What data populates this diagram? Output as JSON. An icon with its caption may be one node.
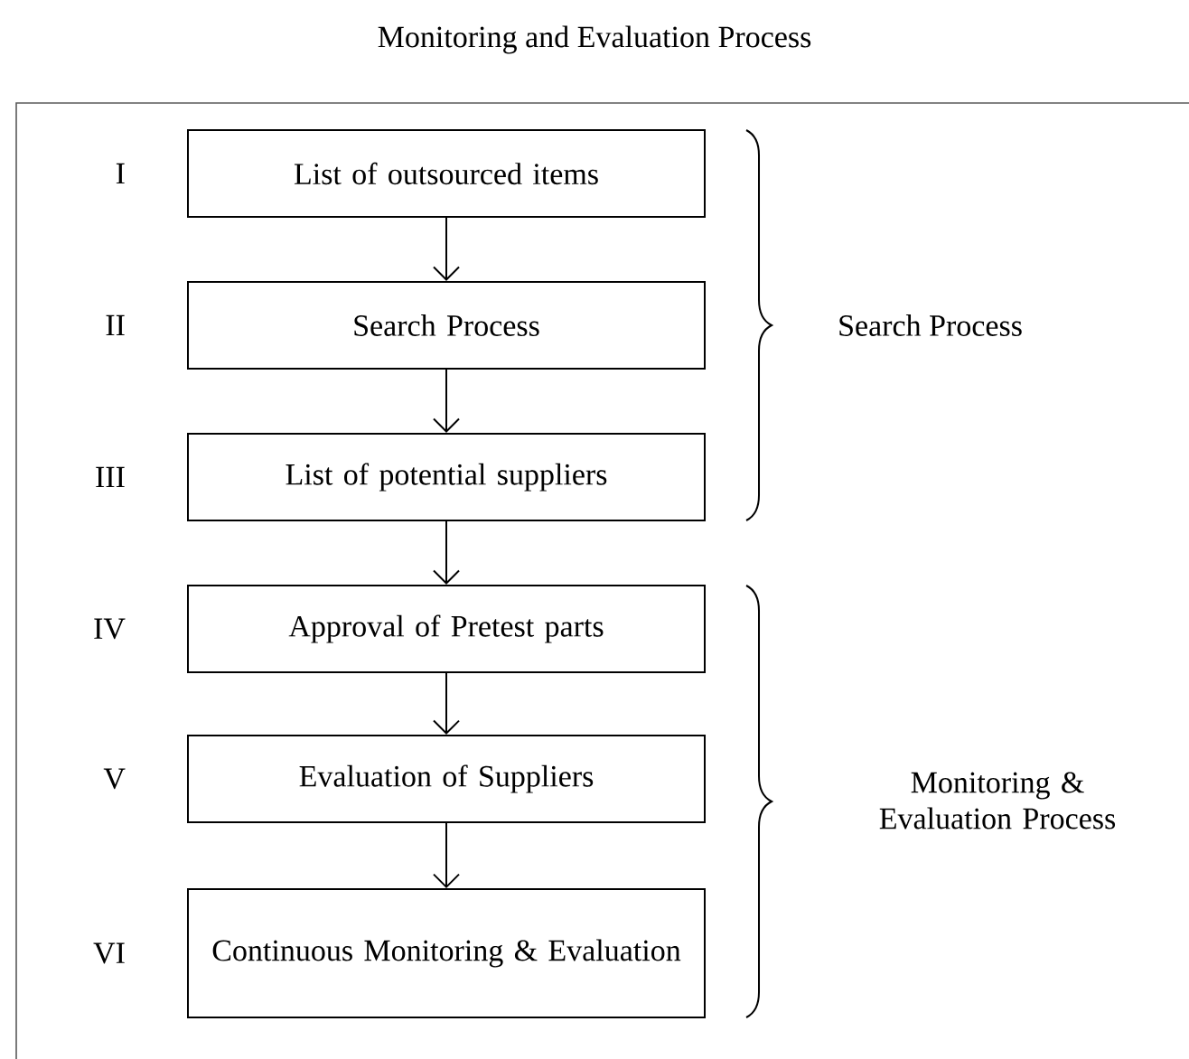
{
  "diagram": {
    "title": "Monitoring and Evaluation Process",
    "nodes": [
      {
        "text": [
          "List of outsourced items"
        ],
        "beside": [
          "I"
        ]
      },
      {
        "text": [
          "Search Process"
        ],
        "beside": [
          "II"
        ]
      },
      {
        "text": [
          "List of potential suppliers"
        ],
        "beside": [
          "III"
        ]
      },
      {
        "text": [
          "Approval of Pretest parts"
        ],
        "beside": [
          "IV"
        ]
      },
      {
        "text": [
          "Evaluation of Suppliers"
        ],
        "beside": [
          "V"
        ]
      },
      {
        "text": [
          "Continuous Monitoring & Evaluation"
        ],
        "beside": [
          "VI"
        ]
      }
    ],
    "edges": [
      {
        "from": 0,
        "to": 1,
        "arrow": "to"
      },
      {
        "from": 1,
        "to": 2,
        "arrow": "to"
      },
      {
        "from": 2,
        "to": 3,
        "arrow": "to"
      },
      {
        "from": 3,
        "to": 4,
        "arrow": "to"
      },
      {
        "from": 4,
        "to": 5,
        "arrow": "to"
      }
    ],
    "labels": [
      "Search Process",
      "Monitoring & Evaluation Process"
    ]
  }
}
